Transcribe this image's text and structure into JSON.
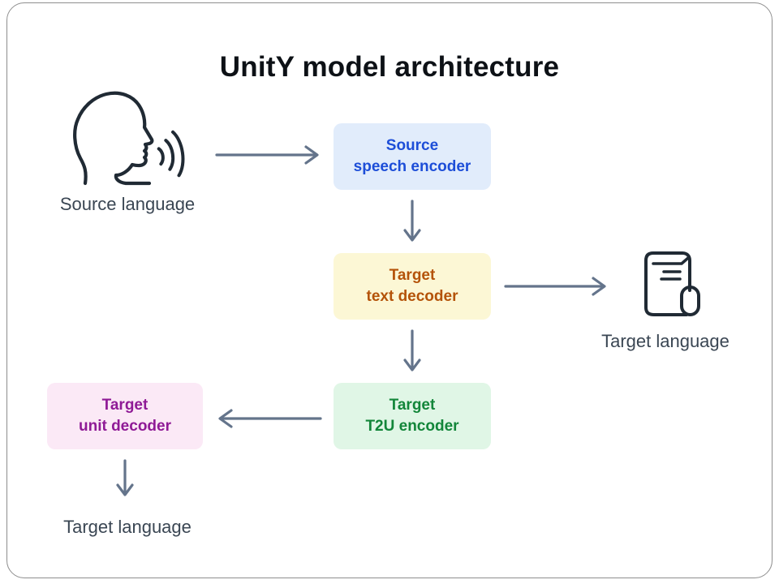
{
  "title": "UnitY model architecture",
  "colors": {
    "title": "#0d1116",
    "label": "#3a4653",
    "arrow": "#64748b",
    "icon": "#202a34",
    "frame-border": "#8e8e8e",
    "canvas-bg": "#ffffff"
  },
  "nodes": {
    "speech_encoder": {
      "line1": "Source",
      "line2": "speech encoder",
      "bg": "#e1ecfb",
      "fg": "#1d4ed8"
    },
    "text_decoder": {
      "line1": "Target",
      "line2": "text decoder",
      "bg": "#fcf7d5",
      "fg": "#b45309"
    },
    "t2u_encoder": {
      "line1": "Target",
      "line2": "T2U encoder",
      "bg": "#e0f6e6",
      "fg": "#13863a"
    },
    "unit_decoder": {
      "line1": "Target",
      "line2": "unit decoder",
      "bg": "#fbe9f6",
      "fg": "#8f1a96"
    }
  },
  "labels": {
    "source_language": "Source language",
    "target_language_text": "Target language",
    "target_language_speech": "Target language"
  },
  "icons": {
    "speaking_head": "speaking-head-icon",
    "document": "document-icon"
  }
}
